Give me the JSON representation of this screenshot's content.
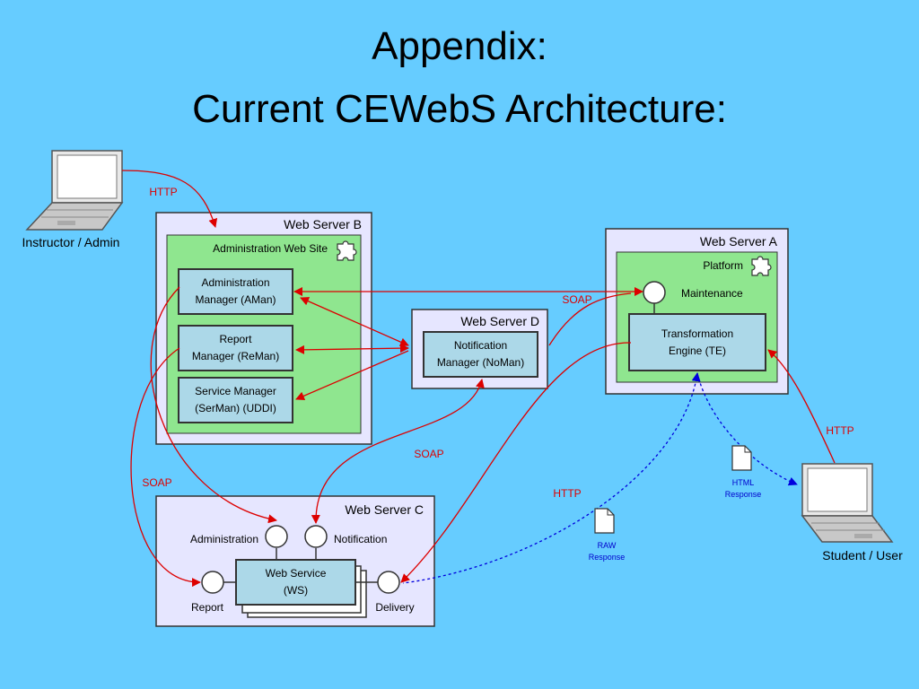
{
  "title": {
    "line1": "Appendix:",
    "line2": "Current CEWebS Architecture:"
  },
  "clients": {
    "instructor": "Instructor / Admin",
    "student": "Student / User"
  },
  "server_b": {
    "title": "Web Server B",
    "site": "Administration Web Site",
    "aman": [
      "Administration",
      "Manager (AMan)"
    ],
    "reman": [
      "Report",
      "Manager (ReMan)"
    ],
    "serman": [
      "Service Manager",
      "(SerMan) (UDDI)"
    ]
  },
  "server_d": {
    "title": "Web Server D",
    "noman": [
      "Notification",
      "Manager (NoMan)"
    ]
  },
  "server_a": {
    "title": "Web Server A",
    "platform": "Platform",
    "maintenance": "Maintenance",
    "te": [
      "Transformation",
      "Engine (TE)"
    ]
  },
  "server_c": {
    "title": "Web Server C",
    "ws": [
      "Web Service",
      "(WS)"
    ],
    "administration": "Administration",
    "notification": "Notification",
    "report": "Report",
    "delivery": "Delivery"
  },
  "labels": {
    "http_instructor": "HTTP",
    "soap_a": "SOAP",
    "soap_d": "SOAP",
    "soap_c": "SOAP",
    "http_student": "HTTP",
    "http_ws": "HTTP"
  },
  "docs": {
    "html": [
      "HTML",
      "Response"
    ],
    "raw": [
      "RAW",
      "Response"
    ]
  },
  "colors": {
    "background": "#66ccff",
    "server_box": "#e6e6ff",
    "site_box": "#8fe68f",
    "component": "#acd8e8",
    "arrow_red": "#dd0000",
    "arrow_blue": "#0000dd"
  }
}
